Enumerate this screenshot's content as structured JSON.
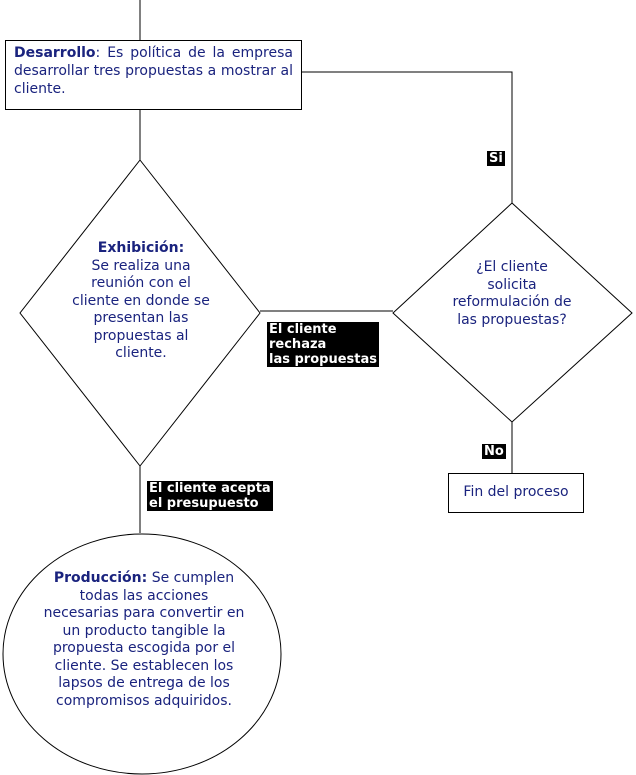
{
  "desarrollo": {
    "title": "Desarrollo",
    "text": ": Es política de la empresa desarrollar tres propuestas a mostrar al cliente."
  },
  "exhibicion": {
    "title": "Exhibición:",
    "text": "Se realiza una reunión con el cliente en donde se presentan las propuestas al cliente."
  },
  "decision": {
    "text": "¿El cliente solicita reformulación de las propuestas?"
  },
  "fin": {
    "text": "Fin del proceso"
  },
  "produccion": {
    "title": "Producción:",
    "text": "Se cumplen todas las acciones necesarias para convertir en un producto tangible la propuesta escogida por el cliente. Se establecen los lapsos de entrega de los compromisos adquiridos."
  },
  "labels": {
    "si": "Si",
    "no": "No",
    "rechaza": "El cliente\nrechaza\nlas propuestas",
    "acepta": "El cliente acepta\nel presupuesto"
  },
  "colors": {
    "text": "#1a237e",
    "line": "#000000",
    "label_bg": "#000000",
    "label_text": "#ffffff"
  }
}
